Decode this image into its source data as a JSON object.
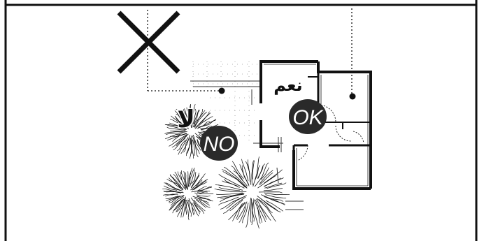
{
  "diagram": {
    "labels": {
      "ok": "OK",
      "no": "NO",
      "ar_yes": "نعم",
      "ar_no": "لا"
    },
    "colors": {
      "ink": "#111111",
      "badge": "#2a2a2a",
      "badge_text": "#ffffff",
      "paper": "#ffffff"
    }
  }
}
